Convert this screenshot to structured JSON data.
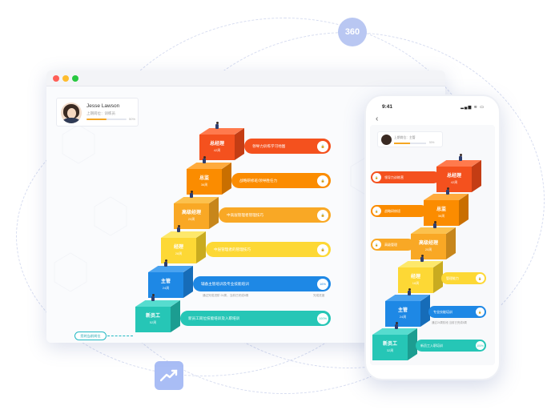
{
  "badge_360": "360",
  "colors": {
    "red": "#f4511e",
    "orange": "#fb8c00",
    "amber": "#f9a825",
    "yellow": "#fdd835",
    "blue": "#1e88e5",
    "teal": "#26c6b6",
    "progress": "#f5a623",
    "outline": "#22b9c3"
  },
  "desktop": {
    "profile": {
      "name": "Jesse Lawson",
      "subtitle": "上期岗位：训练员",
      "progress_pct": "50%",
      "progress_value": 0.5
    },
    "steps": [
      {
        "title": "总经理",
        "weeks": "42周",
        "course": "领导力训练学习地图",
        "button": "🔒",
        "sub": ""
      },
      {
        "title": "总监",
        "weeks": "36周",
        "course": "战略研修班/领导胜任力",
        "button": "🔒",
        "sub": ""
      },
      {
        "title": "高级经理",
        "weeks": "20周",
        "course": "中高层管理者管理技巧",
        "button": "🔒",
        "sub": ""
      },
      {
        "title": "经理",
        "weeks": "28周",
        "course": "中层管理者的管理技巧",
        "button": "🔒",
        "sub": ""
      },
      {
        "title": "主管",
        "weeks": "24周",
        "course": "辅备主管培训及专业技能培训",
        "button": "16%",
        "sub": "通过完成进阶 24周，当前已完成8周",
        "sub_right": "完成进度"
      },
      {
        "title": "新员工",
        "weeks": "52周",
        "course": "新员工岗位技能培训及入职培训",
        "button": "100%",
        "sub": ""
      }
    ],
    "position_tag": "您的当前岗位"
  },
  "phone": {
    "time": "9:41",
    "status": "▂▄▆ ≋ ▭",
    "back": "‹",
    "profile": {
      "subtitle": "上期岗位：主管",
      "progress_pct": "50%",
      "progress_value": 0.5
    },
    "steps": [
      {
        "title": "总经理",
        "weeks": "42周",
        "course": "领导力训练营",
        "button": "🔒",
        "side": "left"
      },
      {
        "title": "总监",
        "weeks": "36周",
        "course": "战略研修班",
        "button": "🔒",
        "side": "left"
      },
      {
        "title": "高级经理",
        "weeks": "20周",
        "course": "高级管理",
        "button": "🔒",
        "side": "left"
      },
      {
        "title": "经理",
        "weeks": "18周",
        "course": "管理能力",
        "button": "🔒",
        "side": "right"
      },
      {
        "title": "主管",
        "weeks": "24周",
        "course": "专业技能培训",
        "button": "🔒",
        "side": "right",
        "sub": "通过24周阶段 当前已完成8周"
      },
      {
        "title": "新员工",
        "weeks": "32周",
        "course": "新员工入职培训",
        "button": "100%",
        "side": "right"
      }
    ]
  }
}
